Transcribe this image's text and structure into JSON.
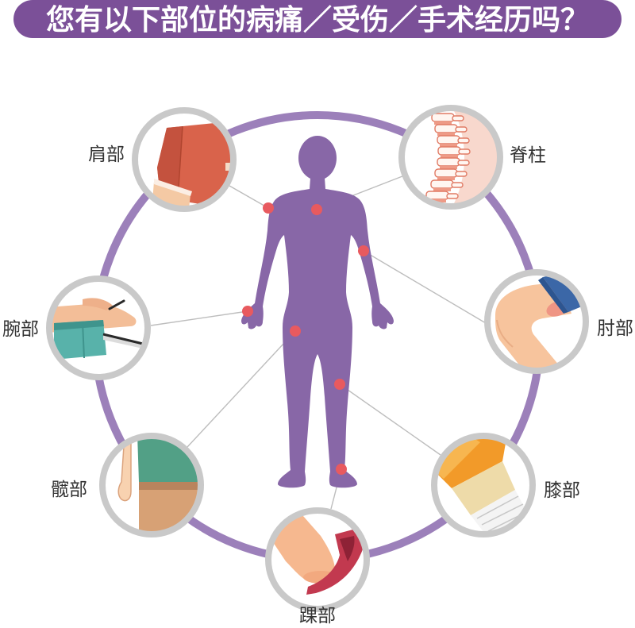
{
  "title": "您有以下部位的病痛／受伤／手术经历吗？",
  "figure_icon": "human-body-icon",
  "regions": {
    "shoulder": {
      "label": "肩部",
      "icon": "shoulder-icon"
    },
    "spine": {
      "label": "脊柱",
      "icon": "spine-icon"
    },
    "elbow": {
      "label": "肘部",
      "icon": "elbow-icon"
    },
    "wrist": {
      "label": "腕部",
      "icon": "wrist-icon"
    },
    "hip": {
      "label": "髋部",
      "icon": "hip-icon"
    },
    "knee": {
      "label": "膝部",
      "icon": "knee-icon"
    },
    "ankle": {
      "label": "踝部",
      "icon": "ankle-icon"
    }
  },
  "colors": {
    "banner": "#7b5098",
    "title_text": "#ffffff",
    "ring": "#9c80ba",
    "body": "#8867a7",
    "marker": "#e85a5f",
    "connector": "#bdbdbd",
    "vignette_border": "#c9c9c9",
    "label_text": "#333333"
  }
}
